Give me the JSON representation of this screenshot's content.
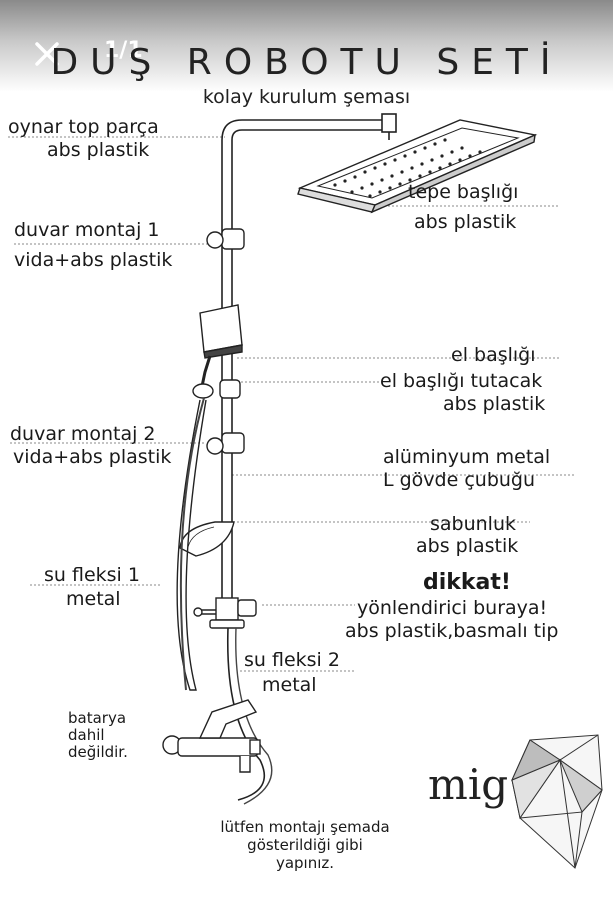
{
  "viewer": {
    "counter": "1/1"
  },
  "title": "DUŞ ROBOTU SETİ",
  "subtitle": "kolay kurulum şeması",
  "labels": {
    "oynar_top_1": "oynar top parça",
    "oynar_top_2": "abs plastik",
    "tepe_1": "tepe başlığı",
    "tepe_2": "abs plastik",
    "duvar1_1": "duvar montaj 1",
    "duvar1_2": "vida+abs plastik",
    "el_basligi": "el başlığı",
    "tutacak_1": "el başlığı tutacak",
    "tutacak_2": "abs plastik",
    "duvar2_1": "duvar montaj 2",
    "duvar2_2": "vida+abs plastik",
    "aluminyum_1": "alüminyum metal",
    "aluminyum_2": "L gövde çubuğu",
    "sabunluk_1": "sabunluk",
    "sabunluk_2": "abs plastik",
    "fleksi1_1": "su fleksi 1",
    "fleksi1_2": "metal",
    "dikkat": "dikkat!",
    "yonlendirici_1": "yönlendirici buraya!",
    "yonlendirici_2": "abs plastik,basmalı tip",
    "fleksi2_1": "su fleksi 2",
    "fleksi2_2": "metal",
    "batarya_1": "batarya",
    "batarya_2": "dahil",
    "batarya_3": "değildir.",
    "note_1": "lütfen montajı şemada",
    "note_2": "gösterildiği gibi",
    "note_3": "yapınız."
  },
  "brand": "mig"
}
